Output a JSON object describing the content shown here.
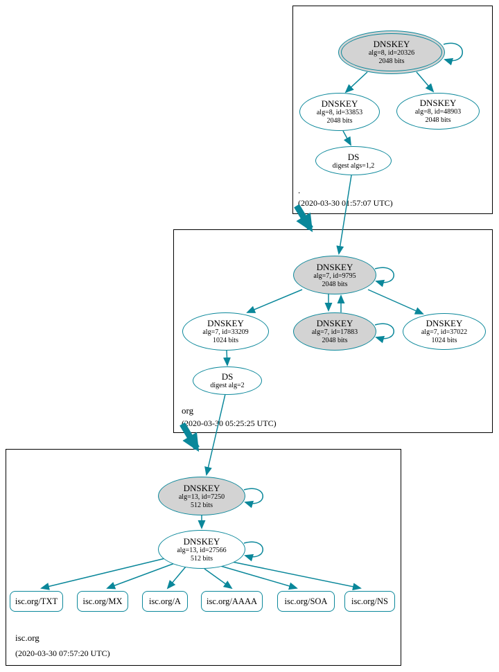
{
  "colors": {
    "edge": "#0a879a",
    "ksk_fill": "#d3d3d3"
  },
  "zones": {
    "root": {
      "name": ".",
      "timestamp": "(2020-03-30 01:57:07 UTC)",
      "ksk": {
        "title": "DNSKEY",
        "alg": "alg=8, id=20326",
        "bits": "2048 bits"
      },
      "zsk": {
        "title": "DNSKEY",
        "alg": "alg=8, id=33853",
        "bits": "2048 bits"
      },
      "key3": {
        "title": "DNSKEY",
        "alg": "alg=8, id=48903",
        "bits": "2048 bits"
      },
      "ds": {
        "title": "DS",
        "digest": "digest algs=1,2"
      }
    },
    "org": {
      "name": "org",
      "timestamp": "(2020-03-30 05:25:25 UTC)",
      "ksk": {
        "title": "DNSKEY",
        "alg": "alg=7, id=9795",
        "bits": "2048 bits"
      },
      "zsk": {
        "title": "DNSKEY",
        "alg": "alg=7, id=33209",
        "bits": "1024 bits"
      },
      "ksk2": {
        "title": "DNSKEY",
        "alg": "alg=7, id=17883",
        "bits": "2048 bits"
      },
      "key4": {
        "title": "DNSKEY",
        "alg": "alg=7, id=37022",
        "bits": "1024 bits"
      },
      "ds": {
        "title": "DS",
        "digest": "digest alg=2"
      }
    },
    "isc": {
      "name": "isc.org",
      "timestamp": "(2020-03-30 07:57:20 UTC)",
      "ksk": {
        "title": "DNSKEY",
        "alg": "alg=13, id=7250",
        "bits": "512 bits"
      },
      "zsk": {
        "title": "DNSKEY",
        "alg": "alg=13, id=27566",
        "bits": "512 bits"
      },
      "rrsets": [
        {
          "label": "isc.org/TXT"
        },
        {
          "label": "isc.org/MX"
        },
        {
          "label": "isc.org/A"
        },
        {
          "label": "isc.org/AAAA"
        },
        {
          "label": "isc.org/SOA"
        },
        {
          "label": "isc.org/NS"
        }
      ]
    }
  }
}
